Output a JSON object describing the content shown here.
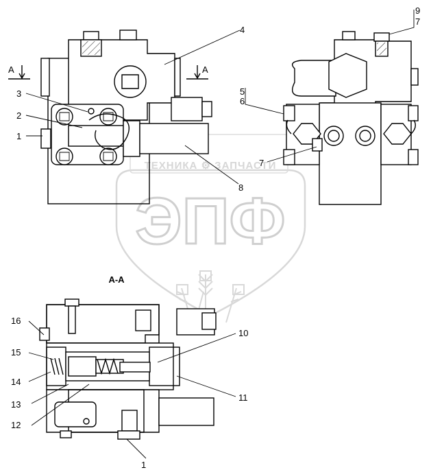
{
  "watermark": {
    "brand_text": "ТЕХНИКА ⚙ ЗАПЧАСТИ",
    "logo_letters": "ЭПФ"
  },
  "section": {
    "marker_left": "A",
    "marker_right": "A",
    "title": "A-A"
  },
  "callouts": {
    "c1": "1",
    "c2": "2",
    "c3": "3",
    "c4": "4",
    "c8": "8",
    "c9": "9",
    "c7a": "7",
    "c5": "5",
    "c6": "6",
    "c7b": "7",
    "c16": "16",
    "c15": "15",
    "c14": "14",
    "c13": "13",
    "c12": "12",
    "c10": "10",
    "c11": "11",
    "c1b": "1"
  },
  "colors": {
    "line": "#000000",
    "watermark": "#d0d0d0",
    "background": "#ffffff"
  }
}
